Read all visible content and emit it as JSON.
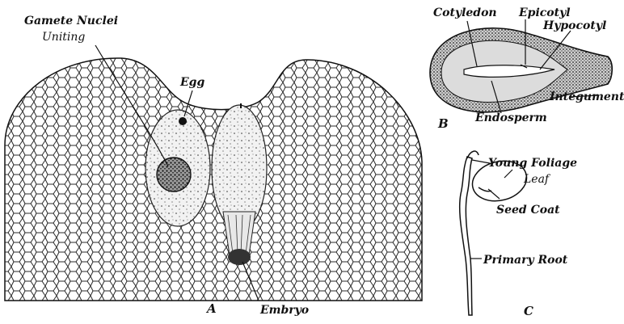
{
  "panels": {
    "a": {
      "letter": "A",
      "labels": {
        "gamete_nuclei": "Gamete Nuclei",
        "uniting": "Uniting",
        "egg": "Egg",
        "embryo": "Embryo"
      }
    },
    "b": {
      "letter": "B",
      "labels": {
        "cotyledon": "Cotyledon",
        "epicotyl": "Epicotyl",
        "hypocotyl": "Hypocotyl",
        "integument": "Integument",
        "endosperm": "Endosperm"
      }
    },
    "c": {
      "letter": "C",
      "labels": {
        "young_foliage": "Young Foliage",
        "leaf": "Leaf",
        "seed_coat": "Seed Coat",
        "primary_root": "Primary Root"
      }
    }
  },
  "colors": {
    "ink": "#111111",
    "paper": "#ffffff",
    "cell_wall": "#2a2a2a",
    "sac_fill": "#f4f4f4"
  }
}
